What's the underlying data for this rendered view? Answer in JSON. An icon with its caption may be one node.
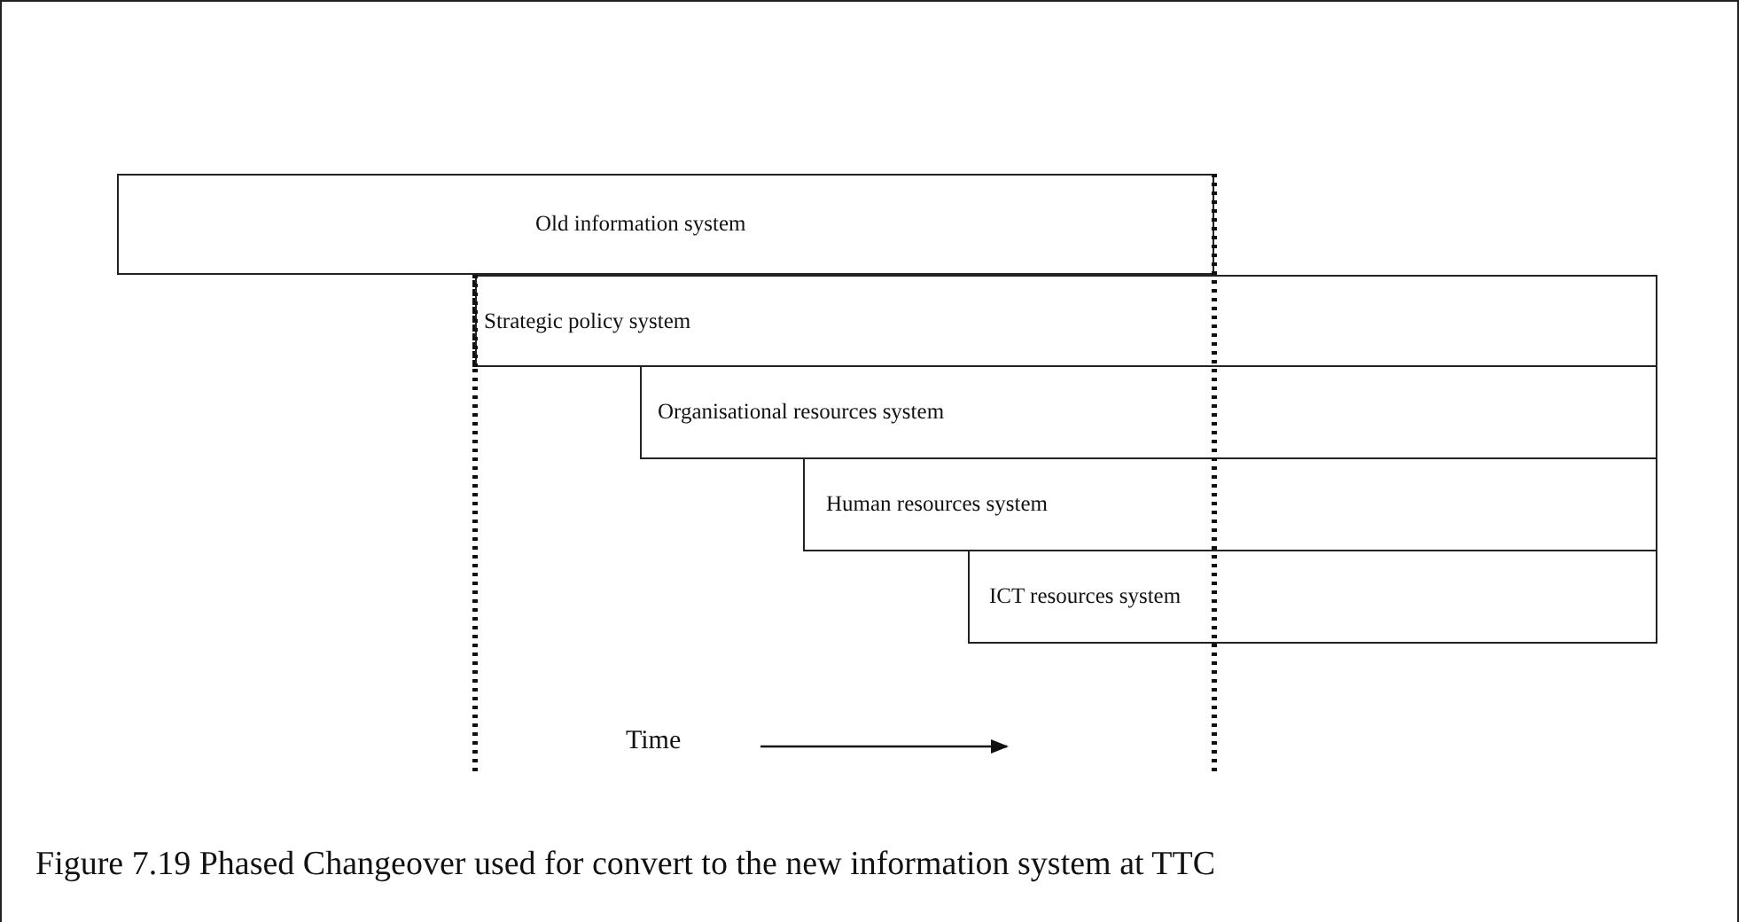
{
  "diagram": {
    "caption": "Figure 7.19 Phased Changeover used for convert to the new information system at TTC",
    "nodes": [
      {
        "text": [
          "Old information system"
        ]
      },
      {
        "text": [
          "Strategic policy system"
        ]
      },
      {
        "text": [
          "Organisational resources system"
        ]
      },
      {
        "text": [
          "Human resources system"
        ]
      },
      {
        "text": [
          "ICT resources system"
        ]
      }
    ],
    "labels": [
      "Time"
    ]
  }
}
